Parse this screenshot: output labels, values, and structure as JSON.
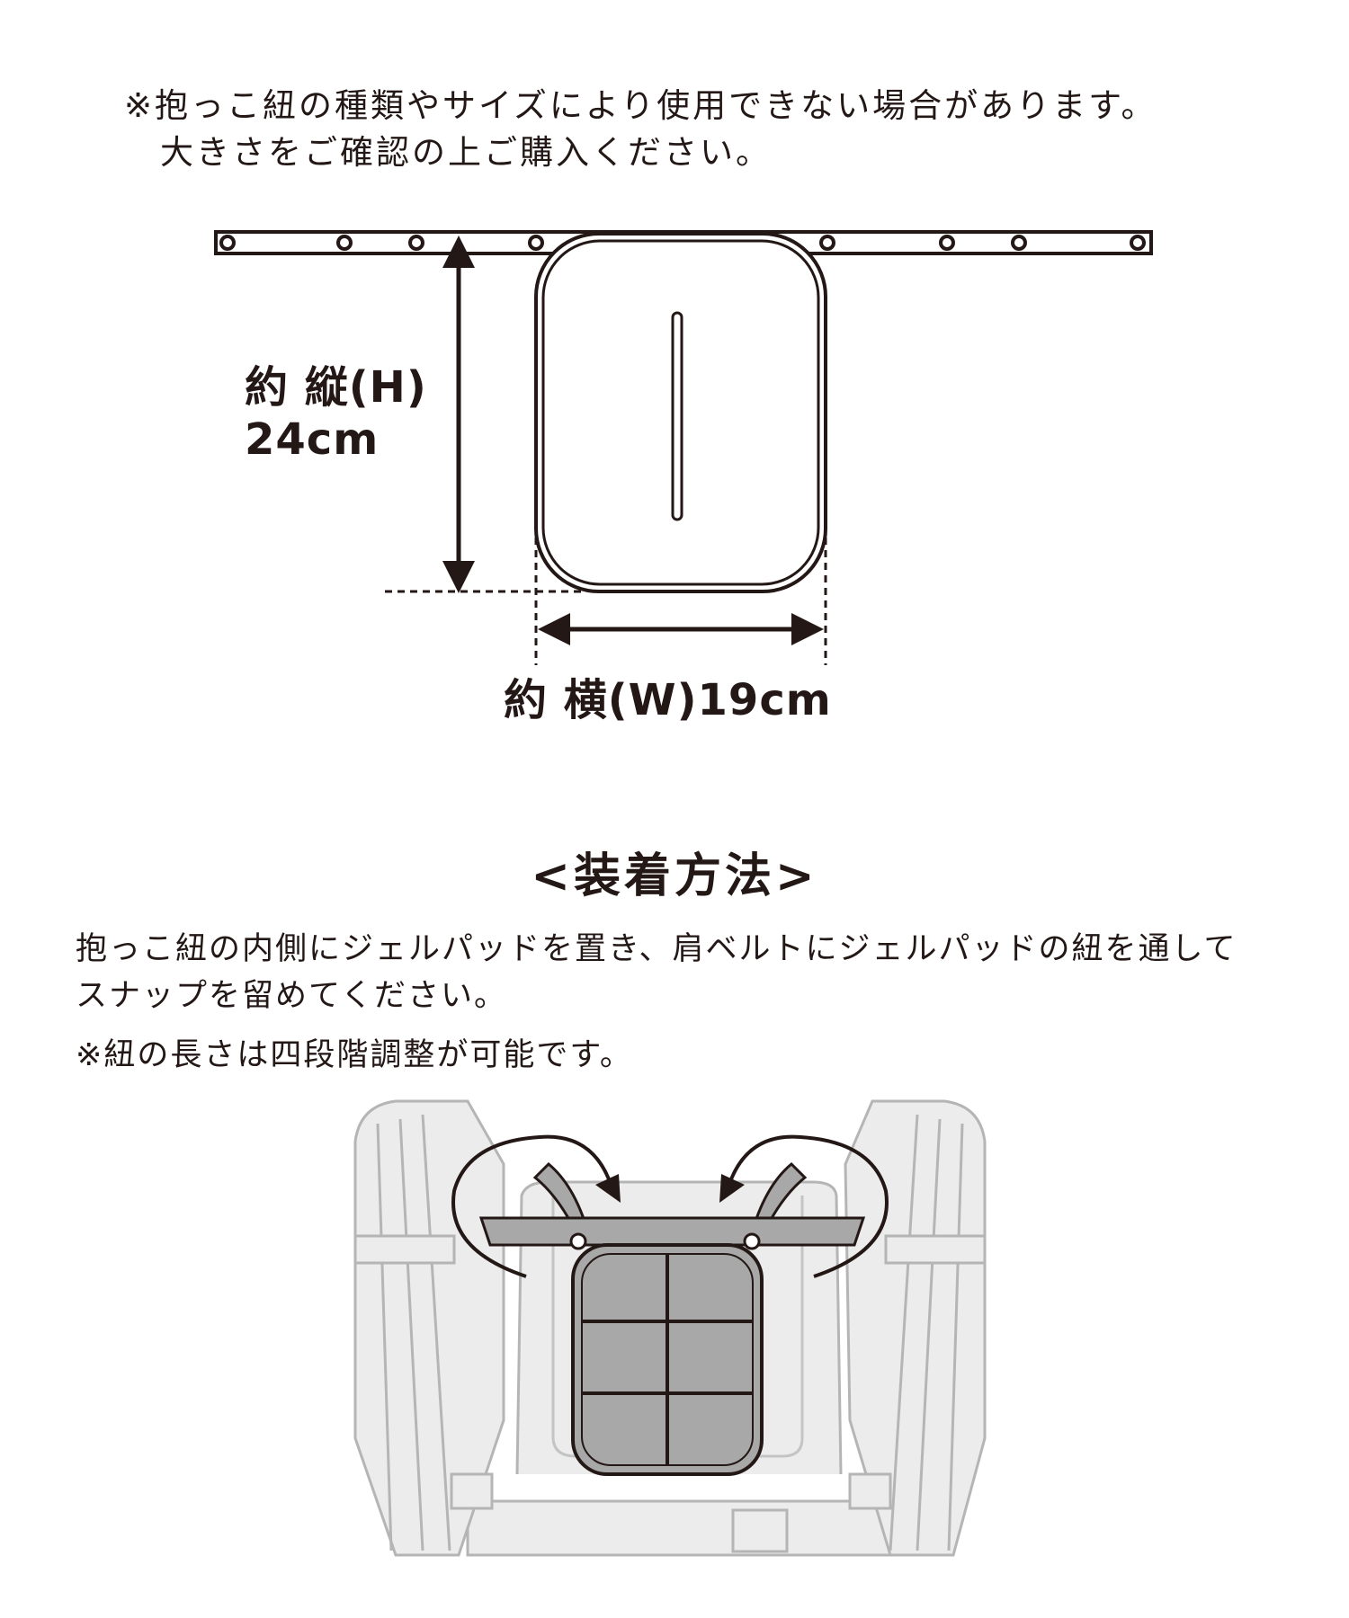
{
  "notice": {
    "line1": "※抱っこ紐の種類やサイズにより使用できない場合があります。",
    "line2": "大きさをご確認の上ご購入ください。"
  },
  "dimensions": {
    "height_line1": "約 縦(H)",
    "height_line2": "24cm",
    "width_label": "約 横(W)19cm"
  },
  "instructions": {
    "title": "<装着方法>",
    "paragraph_line1": "抱っこ紐の内側にジェルパッドを置き、肩ベルトにジェルパッドの紐を通して",
    "paragraph_line2": "スナップを留めてください。",
    "note": "※紐の長さは四段階調整が可能です。"
  },
  "colors": {
    "ink": "#231815",
    "carrier_gray": "#ececec",
    "pad_gray": "#a8a8a8"
  }
}
